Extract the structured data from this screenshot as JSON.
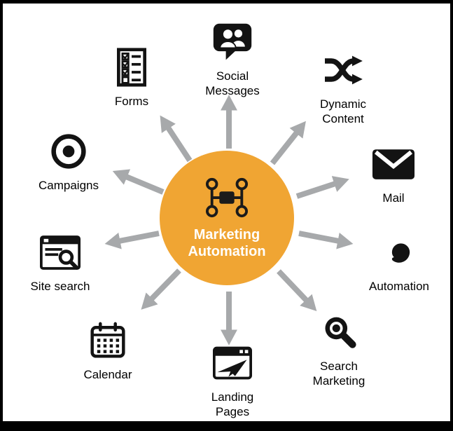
{
  "diagram": {
    "center": {
      "title": "Marketing\nAutomation",
      "icon": "workflow-icon",
      "bg_color": "#F0A533",
      "text_color": "#FFFFFF"
    },
    "arrow_color": "#A7A9AB",
    "icon_color": "#131313",
    "nodes": [
      {
        "id": "forms",
        "label": "Forms",
        "icon": "forms-icon"
      },
      {
        "id": "social-messages",
        "label": "Social\nMessages",
        "icon": "social-messages-icon"
      },
      {
        "id": "dynamic-content",
        "label": "Dynamic\nContent",
        "icon": "dynamic-content-icon"
      },
      {
        "id": "mail",
        "label": "Mail",
        "icon": "mail-icon"
      },
      {
        "id": "automation",
        "label": "Automation",
        "icon": "automation-icon"
      },
      {
        "id": "search-marketing",
        "label": "Search\nMarketing",
        "icon": "search-marketing-icon"
      },
      {
        "id": "landing-pages",
        "label": "Landing\nPages",
        "icon": "landing-pages-icon"
      },
      {
        "id": "calendar",
        "label": "Calendar",
        "icon": "calendar-icon"
      },
      {
        "id": "site-search",
        "label": "Site search",
        "icon": "site-search-icon"
      },
      {
        "id": "campaigns",
        "label": "Campaigns",
        "icon": "campaigns-icon"
      }
    ]
  }
}
